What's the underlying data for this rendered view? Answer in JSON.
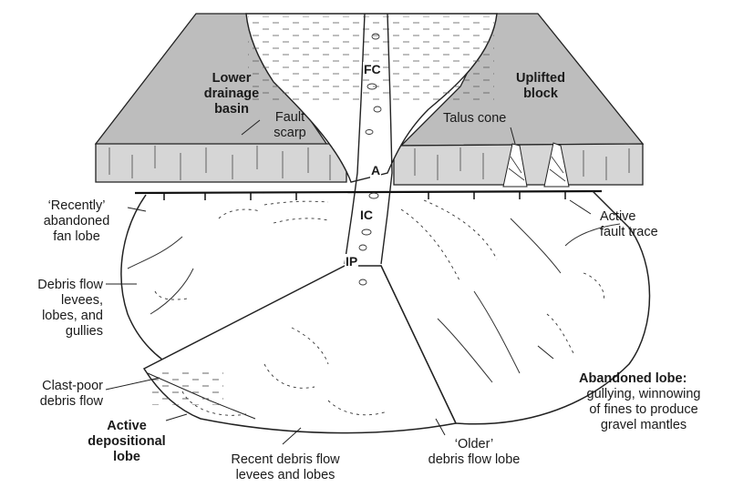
{
  "labels": {
    "lower_drainage_basin": "Lower\ndrainage\nbasin",
    "uplifted_block": "Uplifted\nblock",
    "fault_scarp": "Fault\nscarp",
    "talus_cone": "Talus cone",
    "recently_abandoned": "‘Recently’\nabandoned\nfan lobe",
    "active_fault_trace": "Active\nfault trace",
    "debris_flow_levees": "Debris flow\nlevees,\nlobes, and\ngullies",
    "clast_poor": "Clast-poor\ndebris flow",
    "active_depositional": "Active\ndepositional\nlobe",
    "recent_debris": "Recent debris flow\nlevees and lobes",
    "older_debris": "‘Older’\ndebris flow lobe",
    "abandoned_lobe_title": "Abandoned lobe:",
    "abandoned_lobe_desc": "gullying, winnowing\nof fines to produce\ngravel mantles"
  },
  "channel_codes": {
    "fc": "FC",
    "a": "A",
    "ic": "IC",
    "ip": "IP"
  }
}
